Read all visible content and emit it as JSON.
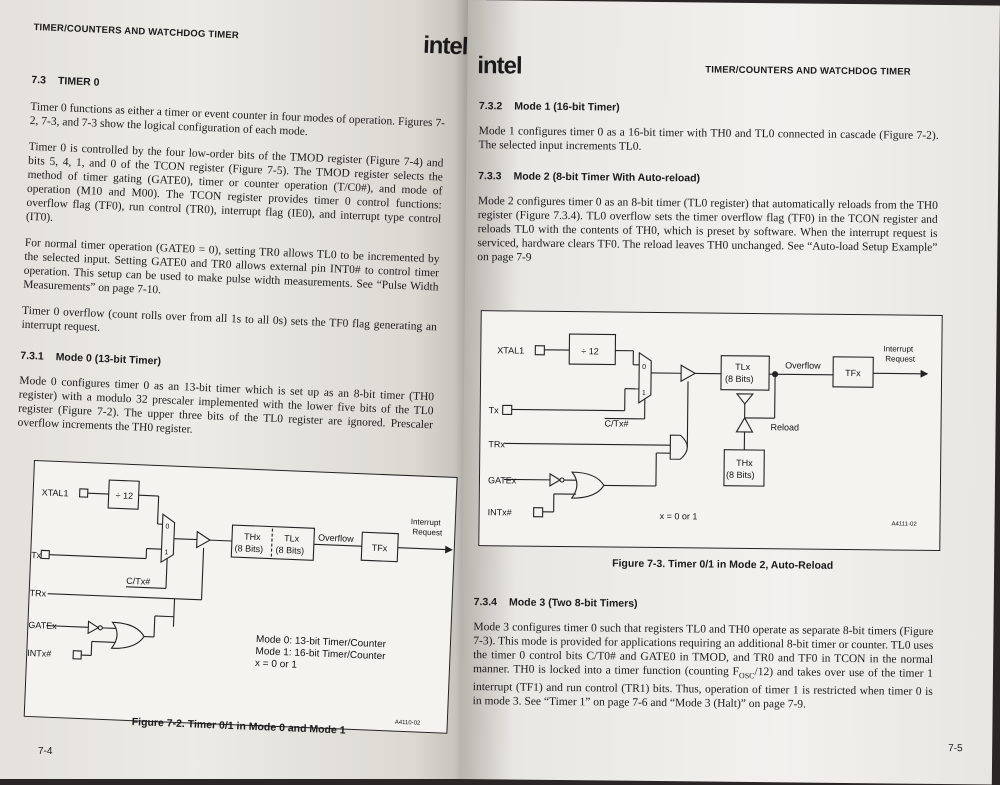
{
  "left_page": {
    "header": "TIMER/COUNTERS AND WATCHDOG TIMER",
    "logo": "intel",
    "section_7_3": {
      "number": "7.3",
      "title": "TIMER 0"
    },
    "para1": "Timer 0 functions as either a timer or event counter in four modes of operation. Figures 7-2, 7-3, and 7-3 show the logical configuration of each mode.",
    "para2": "Timer 0 is controlled by the four low-order bits of the TMOD register (Figure 7-4) and bits 5, 4, 1, and 0 of the TCON register (Figure 7-5). The TMOD register selects the method of timer gating (GATE0), timer or counter operation (T/C0#), and mode of operation (M10 and M00). The TCON register provides timer 0 control functions: overflow flag (TF0), run control (TR0), interrupt flag (IE0), and interrupt type control (IT0).",
    "para3": "For normal timer operation (GATE0 = 0), setting TR0 allows TL0 to be incremented by the selected input. Setting GATE0 and TR0 allows external pin INT0# to control timer operation. This setup can be used to make pulse width measurements. See “Pulse Width Measurements” on page 7-10.",
    "para4": "Timer 0 overflow (count rolls over from all 1s to all 0s) sets the TF0 flag generating an interrupt request.",
    "section_7_3_1": {
      "number": "7.3.1",
      "title": "Mode 0 (13-bit Timer)"
    },
    "para5": "Mode 0 configures timer 0 as an 13-bit timer which is set up as an 8-bit timer (TH0 register) with a modulo 32 prescaler implemented with the lower five bits of the TL0 register (Figure 7-2). The upper three bits of the TL0 register are ignored. Prescaler overflow increments the TH0 register.",
    "figure": {
      "xtal": "XTAL1",
      "div": "÷ 12",
      "tx": "Tx",
      "ct": "C/Tx#",
      "trx": "TRx",
      "gatex": "GATEx",
      "intx": "INTx#",
      "mux0": "0",
      "mux1": "1",
      "thx": "THx",
      "thx_bits": "(8 Bits)",
      "tlx": "TLx",
      "tlx_bits": "(8 Bits)",
      "overflow": "Overflow",
      "tfx": "TFx",
      "irq1": "Interrupt",
      "irq2": "Request",
      "note1": "Mode 0: 13-bit Timer/Counter",
      "note2": "Mode 1: 16-bit Timer/Counter",
      "note3": "x = 0 or 1",
      "code": "A4110-02"
    },
    "caption": "Figure 7-2. Timer 0/1 in Mode 0 and Mode 1",
    "page_number": "7-4"
  },
  "right_page": {
    "logo": "intel",
    "header": "TIMER/COUNTERS AND WATCHDOG TIMER",
    "section_7_3_2": {
      "number": "7.3.2",
      "title": "Mode 1 (16-bit Timer)"
    },
    "para1": "Mode 1 configures timer 0 as a 16-bit timer with TH0 and TL0 connected in cascade (Figure 7-2). The selected input increments TL0.",
    "section_7_3_3": {
      "number": "7.3.3",
      "title": "Mode 2 (8-bit Timer With Auto-reload)"
    },
    "para2": "Mode 2 configures timer 0 as an 8-bit timer (TL0 register) that automatically reloads from the TH0 register (Figure 7.3.4). TL0 overflow sets the timer overflow flag (TF0) in the TCON register and reloads TL0 with the contents of TH0, which is preset by software. When the interrupt request is serviced, hardware clears TF0. The reload leaves TH0 unchanged. See “Auto-load Setup Example” on page 7-9",
    "figure": {
      "xtal": "XTAL1",
      "div": "÷ 12",
      "tx": "Tx",
      "ct": "C/Tx#",
      "trx": "TRx",
      "gatex": "GATEx",
      "intx": "INTx#",
      "mux0": "0",
      "mux1": "1",
      "tlx": "TLx",
      "tlx_bits": "(8 Bits)",
      "thx": "THx",
      "thx_bits": "(8 Bits)",
      "overflow": "Overflow",
      "tfx": "TFx",
      "irq1": "Interrupt",
      "irq2": "Request",
      "reload": "Reload",
      "note": "x = 0 or 1",
      "code": "A4111-02"
    },
    "caption": "Figure 7-3. Timer 0/1 in Mode 2, Auto-Reload",
    "section_7_3_4": {
      "number": "7.3.4",
      "title": "Mode 3 (Two 8-bit Timers)"
    },
    "para3_a": "Mode 3 configures timer 0 such that registers TL0 and TH0 operate as separate 8-bit timers (Figure 7-3). This mode is provided for applications requiring an additional 8-bit timer or counter. TL0 uses the timer 0 control bits C/T0# and GATE0 in TMOD, and TR0 and TF0 in TCON in the normal manner. TH0 is locked into a timer function (counting F",
    "para3_sub": "OSC",
    "para3_b": "/12) and takes over use of the timer 1 interrupt (TF1) and run control (TR1) bits. Thus, operation of timer 1 is restricted when timer 0 is in mode 3. See “Timer 1” on page 7-6 and “Mode 3 (Halt)” on page 7-9.",
    "page_number": "7-5"
  }
}
